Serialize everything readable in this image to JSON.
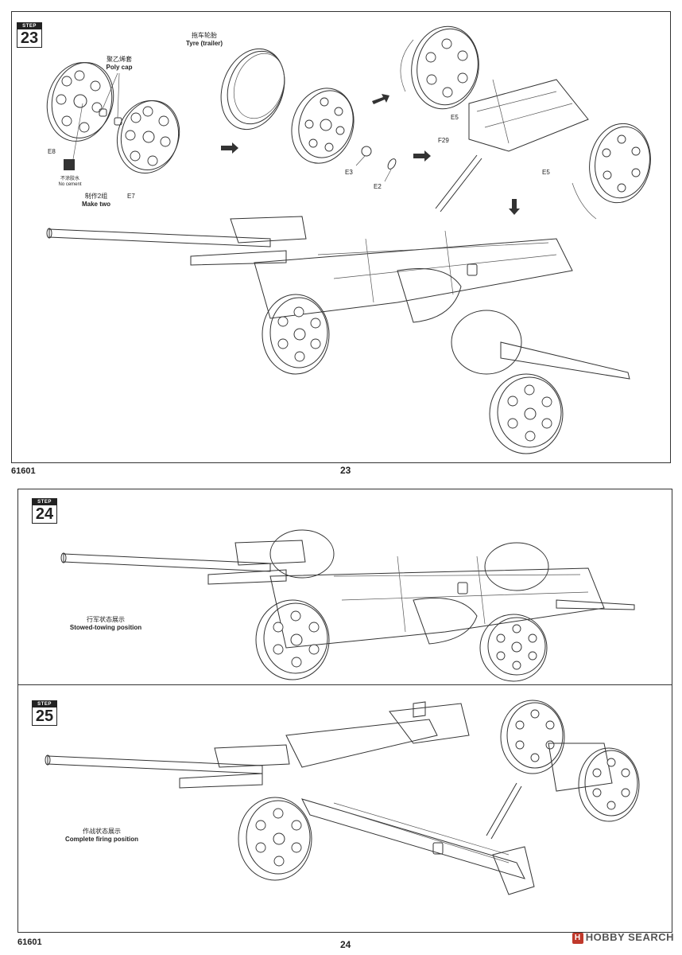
{
  "page_top": {
    "step_label": "STEP",
    "step_number": "23",
    "labels": {
      "poly_cap_cn": "聚乙烯套",
      "poly_cap_en": "Poly cap",
      "tyre_cn": "拖车轮胎",
      "tyre_en": "Tyre (trailer)",
      "no_cement_cn": "不涂胶水",
      "no_cement_en": "No cement",
      "make_two_cn": "制作2组",
      "make_two_en": "Make two",
      "e8": "E8",
      "e7": "E7",
      "e3": "E3",
      "e2": "E2",
      "e5_a": "E5",
      "e5_b": "E5",
      "f29": "F29"
    },
    "model_code": "61601",
    "page_number": "23"
  },
  "page_bottom": {
    "step24": {
      "step_label": "STEP",
      "step_number": "24",
      "caption_cn": "行军状态展示",
      "caption_en": "Stowed-towing position"
    },
    "step25": {
      "step_label": "STEP",
      "step_number": "25",
      "caption_cn": "作战状态展示",
      "caption_en": "Complete firing position"
    },
    "model_code": "61601",
    "page_number": "24"
  },
  "watermark": {
    "icon": "H",
    "text": "HOBBY SEARCH"
  }
}
